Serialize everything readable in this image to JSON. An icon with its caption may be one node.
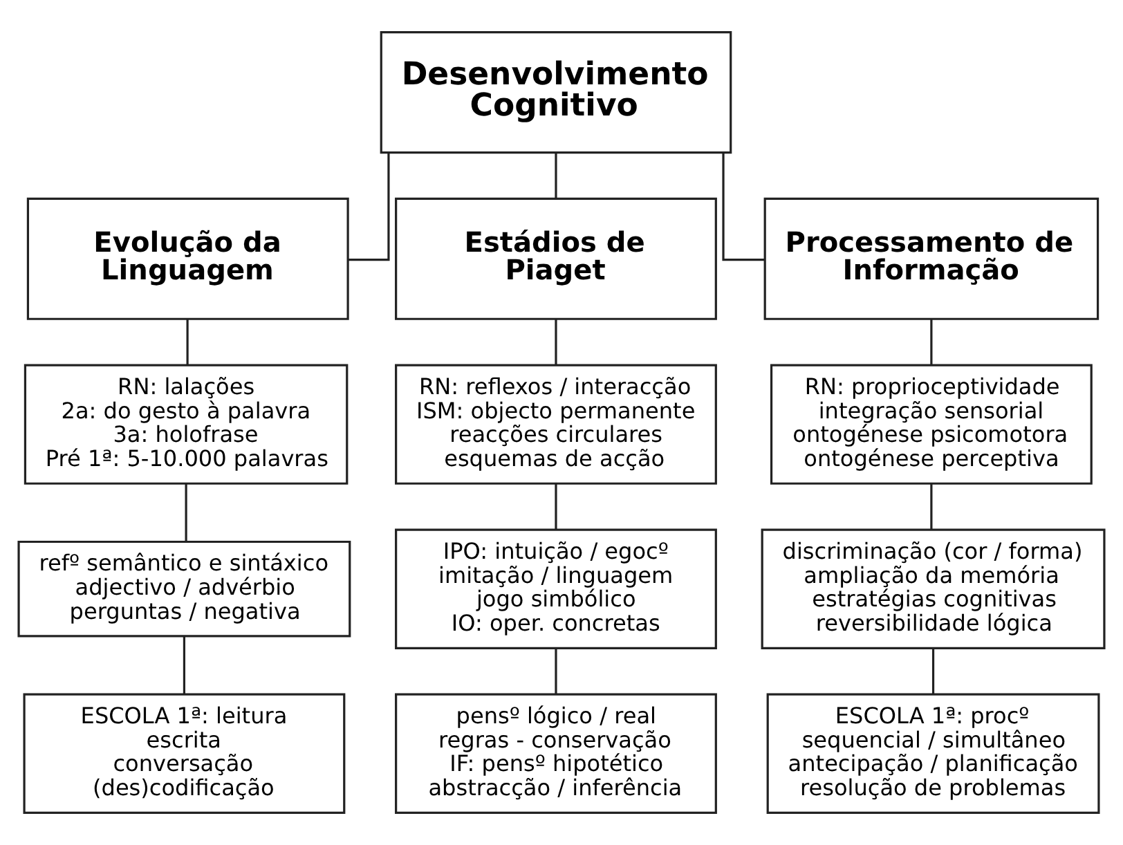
{
  "diagram": {
    "nodes": [
      {
        "text": [
          "Desenvolvimento Cognitivo"
        ]
      },
      {
        "text": [
          "Evolução da Linguagem"
        ]
      },
      {
        "text": [
          "Estádios de Piaget"
        ]
      },
      {
        "text": [
          "Processamento de Informação"
        ]
      },
      {
        "text": [
          "RN: lalações",
          "2a: do gesto à palavra",
          "3a: holofrase",
          "Pré 1ª: 5-10.000 palavras"
        ]
      },
      {
        "text": [
          "RN: reflexos / interacção",
          "ISM: objecto permanente",
          "reacções circulares",
          "esquemas de acção"
        ]
      },
      {
        "text": [
          "RN: proprioceptividade",
          "integração sensorial",
          "ontogénese psicomotora",
          "ontogénese perceptiva"
        ]
      },
      {
        "text": [
          "refº semântico e sintáxico",
          "adjectivo / advérbio",
          "perguntas / negativa"
        ]
      },
      {
        "text": [
          "IPO: intuição / egocº",
          "imitação / linguagem",
          "jogo simbólico",
          "IO: oper. concretas"
        ]
      },
      {
        "text": [
          "discriminação (cor / forma)",
          "ampliação da memória",
          "estratégias cognitivas",
          "reversibilidade lógica"
        ]
      },
      {
        "text": [
          "ESCOLA 1ª: leitura",
          "escrita",
          "conversação",
          "(des)codificação"
        ]
      },
      {
        "text": [
          "pensº lógico / real",
          "regras - conservação",
          "IF: pensº hipotético",
          "abstracção / inferência"
        ]
      },
      {
        "text": [
          "ESCOLA 1ª: procº",
          "sequencial / simultâneo",
          "antecipação / planificação",
          "resolução de problemas"
        ]
      }
    ],
    "edges": [
      {
        "from": 0,
        "to": 1,
        "arrow": "none"
      },
      {
        "from": 0,
        "to": 2,
        "arrow": "none"
      },
      {
        "from": 0,
        "to": 3,
        "arrow": "none"
      },
      {
        "from": 1,
        "to": 4,
        "arrow": "none"
      },
      {
        "from": 2,
        "to": 5,
        "arrow": "none"
      },
      {
        "from": 3,
        "to": 6,
        "arrow": "none"
      },
      {
        "from": 4,
        "to": 7,
        "arrow": "none"
      },
      {
        "from": 5,
        "to": 8,
        "arrow": "none"
      },
      {
        "from": 6,
        "to": 9,
        "arrow": "none"
      },
      {
        "from": 7,
        "to": 10,
        "arrow": "none"
      },
      {
        "from": 8,
        "to": 11,
        "arrow": "none"
      },
      {
        "from": 9,
        "to": 12,
        "arrow": "none"
      }
    ]
  }
}
